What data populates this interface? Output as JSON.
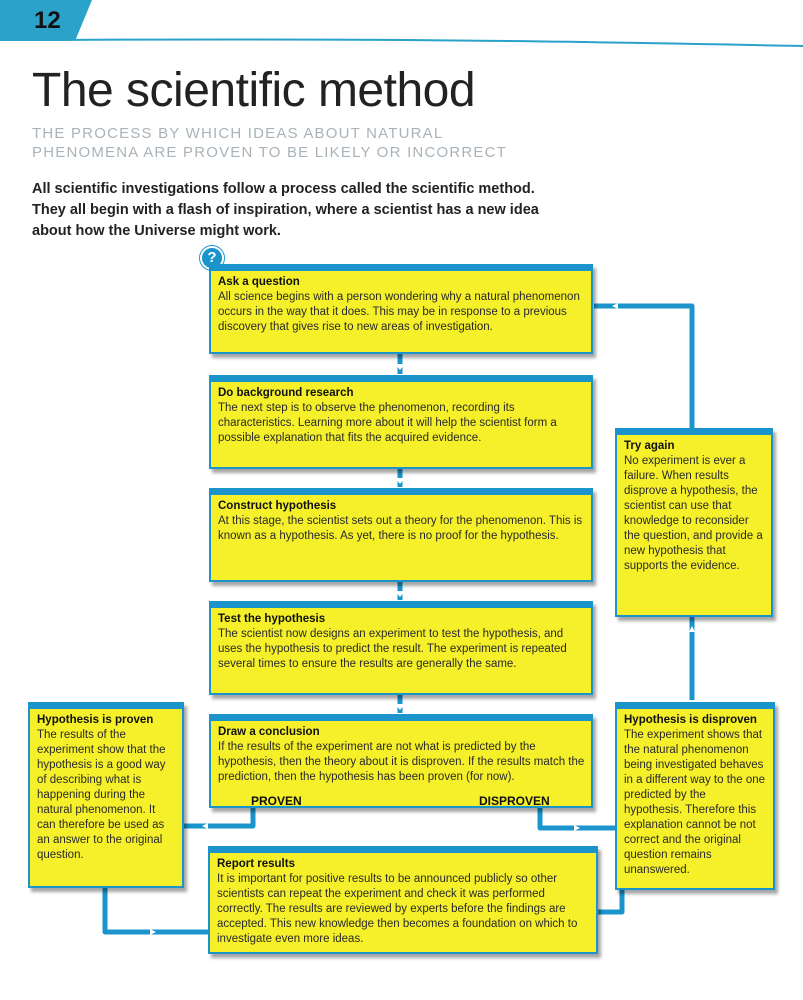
{
  "page_number": "12",
  "title": "The scientific method",
  "subtitle": "THE PROCESS BY WHICH IDEAS ABOUT NATURAL PHENOMENA ARE PROVEN TO BE LIKELY OR INCORRECT",
  "intro": "All scientific investigations follow a process called the scientific method. They all begin with a flash of inspiration, where a scientist has a new idea about how the Universe might work.",
  "question_icon": "?",
  "boxes": {
    "ask": {
      "title": "Ask a question",
      "text": "All science begins with a person wondering why a natural phenomenon occurs in the way that it does. This may be in response to a previous discovery that gives rise to new areas of investigation."
    },
    "research": {
      "title": "Do background research",
      "text": "The next step is to observe the phenomenon, recording its characteristics. Learning more about it will help the scientist form a possible explanation that fits the acquired evidence."
    },
    "hypothesis": {
      "title": "Construct hypothesis",
      "text": "At this stage, the scientist sets out a theory for the phenomenon. This is known as a hypothesis. As yet, there is no proof for the hypothesis."
    },
    "test": {
      "title": "Test the hypothesis",
      "text": "The scientist now designs an experiment to test the hypothesis, and uses the hypothesis to predict the result. The experiment is repeated several times to ensure the results are generally the same."
    },
    "conclusion": {
      "title": "Draw a conclusion",
      "text": "If the results of the experiment are not what is predicted by the hypothesis, then the theory about it is disproven. If the results match the prediction, then the hypothesis has been proven (for now).",
      "proven_label": "PROVEN",
      "disproven_label": "DISPROVEN"
    },
    "report": {
      "title": "Report results",
      "text": "It is important for positive results to be announced publicly so other scientists can repeat the experiment and check it was performed correctly. The results are reviewed by experts before the findings are accepted. This new knowledge then becomes a foundation on which to investigate even more ideas."
    },
    "proven": {
      "title": "Hypothesis is proven",
      "text": "The results of the experiment show that the hypothesis is a good way of describing what is happening during the natural phenomenon. It can therefore be used as an answer to the original question."
    },
    "disproven": {
      "title": "Hypothesis is disproven",
      "text": "The experiment shows that the natural phenomenon being investigated behaves in a different way to the one predicted by the hypothesis. Therefore this explanation cannot be not correct and the original question remains unanswered."
    },
    "try_again": {
      "title": "Try again",
      "text": "No experiment is ever a failure. When results disprove a hypothesis, the scientist can use that knowledge to reconsider the question, and provide a new hypothesis that supports the evidence."
    }
  },
  "colors": {
    "box_fill": "#f5f02a",
    "accent_blue": "#1b94cc",
    "page_tab": "#2aa2c9"
  }
}
